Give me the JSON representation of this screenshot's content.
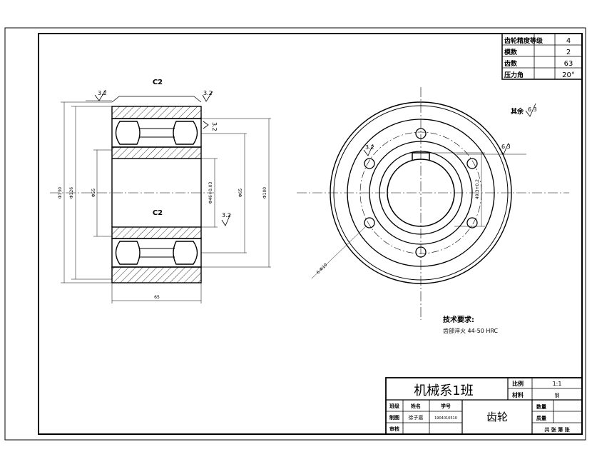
{
  "gear_params": {
    "rows": [
      {
        "label": "齿轮精度等级",
        "value": "4"
      },
      {
        "label": "模数",
        "value": "2"
      },
      {
        "label": "齿数",
        "value": "63"
      },
      {
        "label": "压力角",
        "value": "20°"
      }
    ]
  },
  "section_view": {
    "chamfer_top": "C2",
    "chamfer_mid": "C2",
    "roughness_left": "3.2",
    "roughness_top_right": "3.2",
    "roughness_flange": "3.2",
    "roughness_mid": "3.2",
    "dim_outer": "Φ130",
    "dim_root": "Φ126",
    "dim_bore_left": "Φ55",
    "dim_bore_tol": "Φ46+0.03",
    "dim_hub": "Φ65",
    "dim_right": "Φ100",
    "dim_width": "65"
  },
  "front_view": {
    "rest_roughness_label": "其余",
    "rest_roughness_value": "6.3",
    "roughness_hole": "3.2",
    "roughness_face": "6.3",
    "key_dim": "49.3+0.2",
    "hole_dim": "6-Φ10"
  },
  "tech_req": {
    "title": "技术要求:",
    "line1": "齿部淬火 44-50 HRC"
  },
  "title_block": {
    "class_name": "机械系1班",
    "scale_label": "比例",
    "scale_value": "1:1",
    "material_label": "材料",
    "material_value": "钢",
    "item_label": "班级",
    "name_label": "姓名",
    "id_label": "学号",
    "drawer_label": "制图",
    "drawer_name": "徐子嘉",
    "drawer_id": "1904010510",
    "reviewer_label": "审核",
    "part_name": "齿轮",
    "qty_label": "数量",
    "weight_label": "质量",
    "sheet_text": "共 张 第 张"
  }
}
